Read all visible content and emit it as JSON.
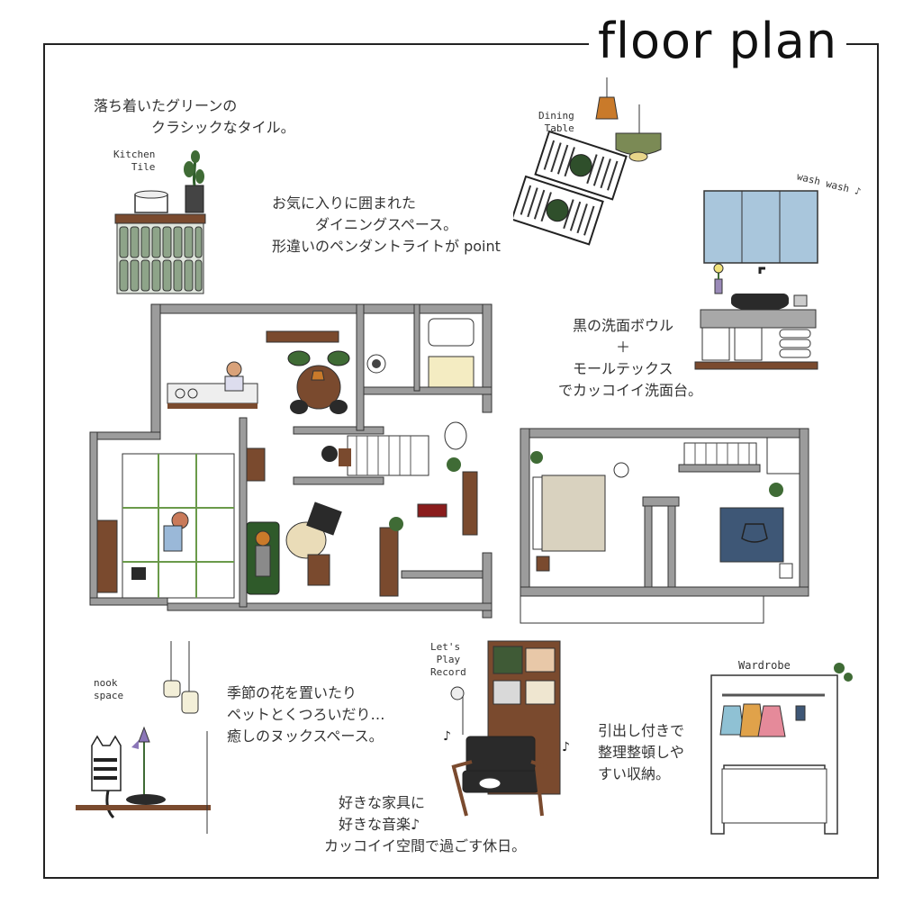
{
  "title": "floor plan",
  "labels": {
    "kitchen": "Kitchen\n   Tile",
    "dining": "Dining\n Table",
    "wash": "wash wash ♪",
    "nook": "nook\nspace",
    "record": "Let's\n Play\nRecord",
    "wardrobe": "Wardrobe"
  },
  "notes": {
    "kitchen": "落ち着いたグリーンの\n　　　　クラシックなタイル。",
    "dining": "お気に入りに囲まれた\n　　　ダイニングスペース。\n形違いのペンダントライトが point",
    "wash": "　黒の洗面ボウル\n　　　　＋\n　モールテックス\nでカッコイイ洗面台。",
    "nook": "季節の花を置いたり\nペットとくつろいだり…\n癒しのヌックスペース。",
    "music": "　好きな家具に\n　好きな音楽♪\nカッコイイ空間で過ごす休日。",
    "storage": "引出し付きで\n整理整頓しや\nすい収納。"
  },
  "colors": {
    "tile_green": "#8ea489",
    "plant_green": "#3f6b35",
    "wood": "#7a4a2e",
    "mirror_blue": "#a9c6dc",
    "rug_beige": "#d9d2bf",
    "rug_navy": "#3e5776",
    "wall_gray": "#9c9c9c",
    "pendant_orange": "#c97a2a",
    "pendant_olive": "#7b8a55",
    "chair_black": "#2a2a2a"
  }
}
